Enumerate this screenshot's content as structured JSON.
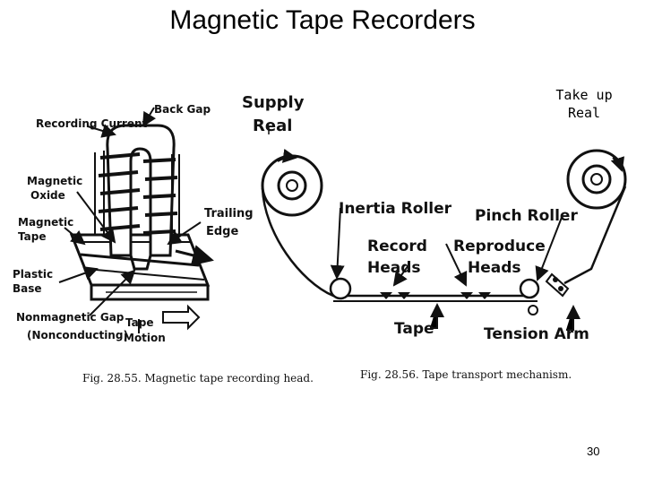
{
  "slide": {
    "title": "Magnetic Tape Recorders",
    "page_number": "30",
    "take_up_line1": "Take up",
    "take_up_line2": "Real"
  },
  "left_figure": {
    "labels": {
      "recording_current": "Recording Current",
      "back_gap": "Back Gap",
      "magnetic_oxide_1": "Magnetic",
      "magnetic_oxide_2": "Oxide",
      "magnetic_tape_1": "Magnetic",
      "magnetic_tape_2": "Tape",
      "plastic_base_1": "Plastic",
      "plastic_base_2": "Base",
      "nonmagnetic_gap_1": "Nonmagnetic Gap",
      "nonmagnetic_gap_2": "(Nonconducting)",
      "trailing_edge_1": "Trailing",
      "trailing_edge_2": "Edge",
      "tape_motion_1": "Tape",
      "tape_motion_2": "Motion"
    },
    "caption": "Fig. 28.55.  Magnetic tape recording head."
  },
  "right_figure": {
    "labels": {
      "supply_reel_1": "Supply",
      "supply_reel_2": "Real",
      "inertia_roller": "Inertia Roller",
      "pinch_roller": "Pinch Roller",
      "record_heads_1": "Record",
      "record_heads_2": "Heads",
      "reproduce_heads_1": "Reproduce",
      "reproduce_heads_2": "Heads",
      "tape": "Tape",
      "tension_arm": "Tension Arm"
    },
    "caption": "Fig. 28.56.  Tape transport mechanism."
  }
}
